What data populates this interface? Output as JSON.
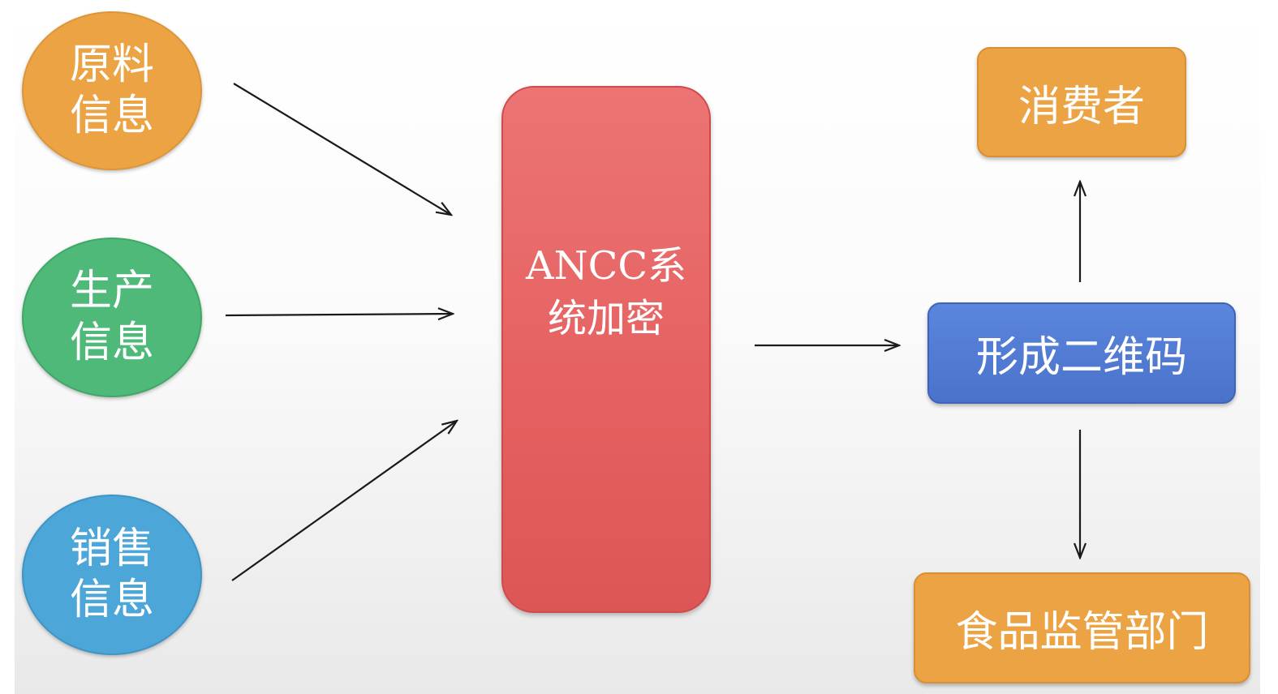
{
  "diagram": {
    "inputs": [
      {
        "line1": "原料",
        "line2": "信息",
        "color": "#eca343"
      },
      {
        "line1": "生产",
        "line2": "信息",
        "color": "#4eb979"
      },
      {
        "line1": "销售",
        "line2": "信息",
        "color": "#4ca6d8"
      }
    ],
    "center": {
      "line1": "ANCC系",
      "line2": "统加密",
      "color": "#e56060"
    },
    "qrcode": {
      "label": "形成二维码",
      "color": "#4a72cb"
    },
    "consumer": {
      "label": "消费者",
      "color": "#eca343"
    },
    "regulator": {
      "label": "食品监管部门",
      "color": "#eca343"
    }
  }
}
